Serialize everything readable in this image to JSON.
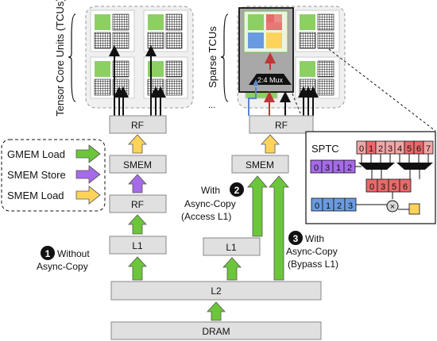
{
  "labels": {
    "tcu_group": "Tensor Core Units (TCUs)",
    "sparse_tcu": "Sparse TCUs",
    "rf_left": "RF",
    "smem_left": "SMEM",
    "rf_left_mid": "RF",
    "l1_left": "L1",
    "rf_right": "RF",
    "smem_right": "SMEM",
    "l1_right": "L1",
    "l2": "L2",
    "dram": "DRAM",
    "mux": "2:4 Mux",
    "ellipsis": "...",
    "sptc": "SPTC"
  },
  "legend": {
    "items": [
      {
        "label": "GMEM Load",
        "color": "#6cc63a"
      },
      {
        "label": "SMEM Store",
        "color": "#a66be8"
      },
      {
        "label": "SMEM Load",
        "color": "#ffd35a"
      }
    ]
  },
  "annotations": {
    "a1": {
      "num": "1",
      "line1": "Without",
      "line2": "Async-Copy"
    },
    "a2": {
      "num": "2",
      "line1": "With",
      "line2": "Async-Copy",
      "line3": "(Access L1)"
    },
    "a3": {
      "num": "3",
      "line1": "With",
      "line2": "Async-Copy",
      "line3": "(Bypass L1)"
    }
  },
  "sptc": {
    "top_values": [
      "0",
      "1",
      "2",
      "3",
      "4",
      "5",
      "6",
      "7"
    ],
    "index_values": [
      "0",
      "3",
      "1",
      "2"
    ],
    "selected_values": [
      "0",
      "3",
      "5",
      "6"
    ],
    "input_values": [
      "0",
      "1",
      "2",
      "3"
    ],
    "multiply_symbol": "×"
  },
  "colors": {
    "green": "#6cc63a",
    "purple": "#a66be8",
    "yellow": "#ffd35a",
    "red_cell": "#e86a6a",
    "pink_cell": "#f2a6a6",
    "blue_cell": "#6a9be0",
    "box_gray": "#e0e0e0"
  }
}
